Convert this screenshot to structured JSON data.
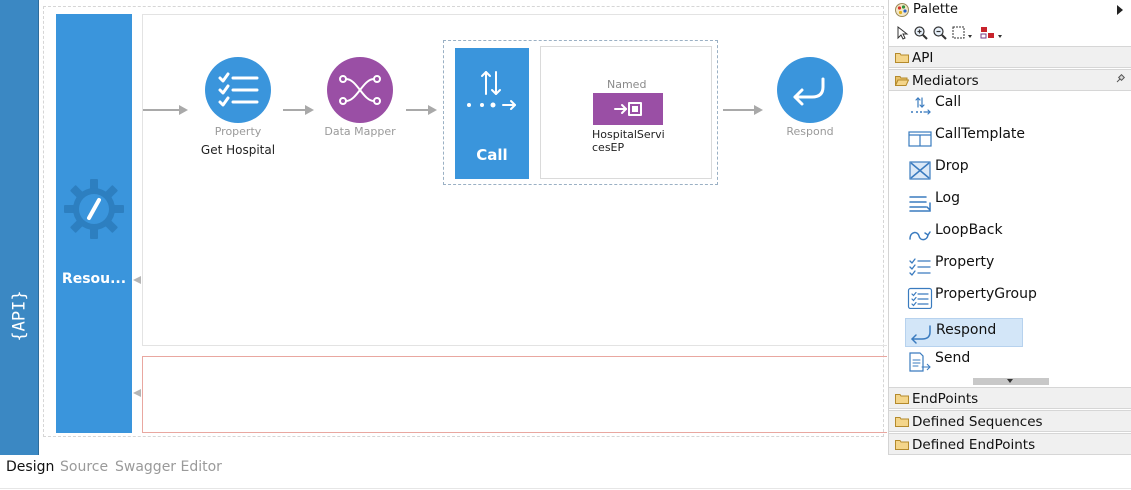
{
  "api_strip": {
    "label": "{API}"
  },
  "canvas": {
    "resource": {
      "label": "Resou..."
    },
    "mediators": [
      {
        "kind": "Property",
        "description": "Get Hospital",
        "color": "#3a95dc"
      },
      {
        "kind": "Data Mapper",
        "description": "",
        "color": "#9a4fa5"
      },
      {
        "kind": "Respond",
        "description": "",
        "color": "#3a95dc"
      }
    ],
    "call": {
      "label": "Call",
      "endpoint": {
        "named": "Named",
        "name": "HospitalServicesEP"
      }
    }
  },
  "palette": {
    "title": "Palette",
    "drawers": {
      "api": "API",
      "mediators": "Mediators",
      "endpoints": "EndPoints",
      "defined_sequences": "Defined Sequences",
      "defined_endpoints": "Defined EndPoints"
    },
    "items": [
      {
        "label": "Call",
        "icon": "call-icon"
      },
      {
        "label": "CallTemplate",
        "icon": "call-template-icon"
      },
      {
        "label": "Drop",
        "icon": "drop-icon"
      },
      {
        "label": "Log",
        "icon": "log-icon"
      },
      {
        "label": "LoopBack",
        "icon": "loopback-icon"
      },
      {
        "label": "Property",
        "icon": "property-icon"
      },
      {
        "label": "PropertyGroup",
        "icon": "property-group-icon"
      },
      {
        "label": "Respond",
        "icon": "respond-icon",
        "selected": true
      },
      {
        "label": "Send",
        "icon": "send-icon"
      }
    ]
  },
  "tabs": [
    {
      "label": "Design",
      "active": true
    },
    {
      "label": "Source",
      "active": false
    },
    {
      "label": "Swagger Editor",
      "active": false
    }
  ],
  "colors": {
    "api_strip": "#3b88c3",
    "resource": "#3a95dc",
    "data_mapper": "#9a4fa5",
    "selection": "#d3e6f8",
    "out_sequence_border": "#e9a7a0"
  }
}
